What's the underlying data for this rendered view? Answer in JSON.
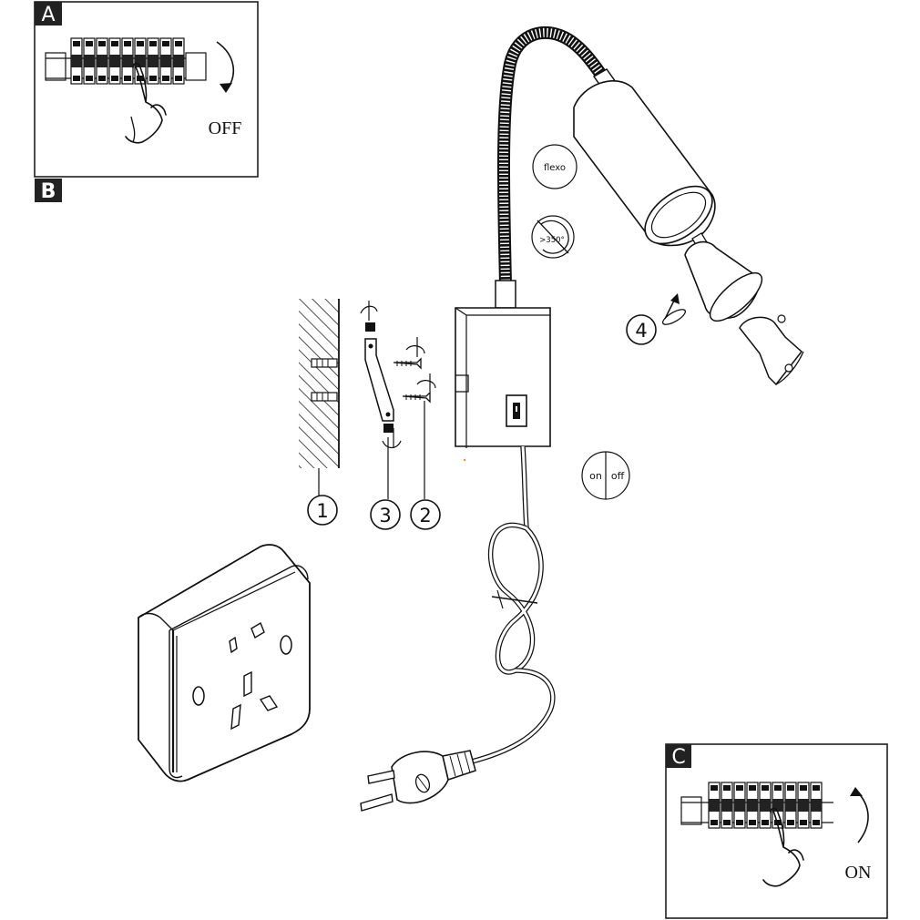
{
  "panels": {
    "a": {
      "tag": "A",
      "action": "OFF"
    },
    "b": {
      "tag": "B"
    },
    "c": {
      "tag": "C",
      "action": "ON"
    }
  },
  "callouts": {
    "wall": "1",
    "screws": "2",
    "bracket_screw": "3",
    "bulb": "4"
  },
  "symbols": {
    "flexo": "flexo",
    "rotation": ">350°",
    "switch_on": "on",
    "switch_off": "off"
  }
}
